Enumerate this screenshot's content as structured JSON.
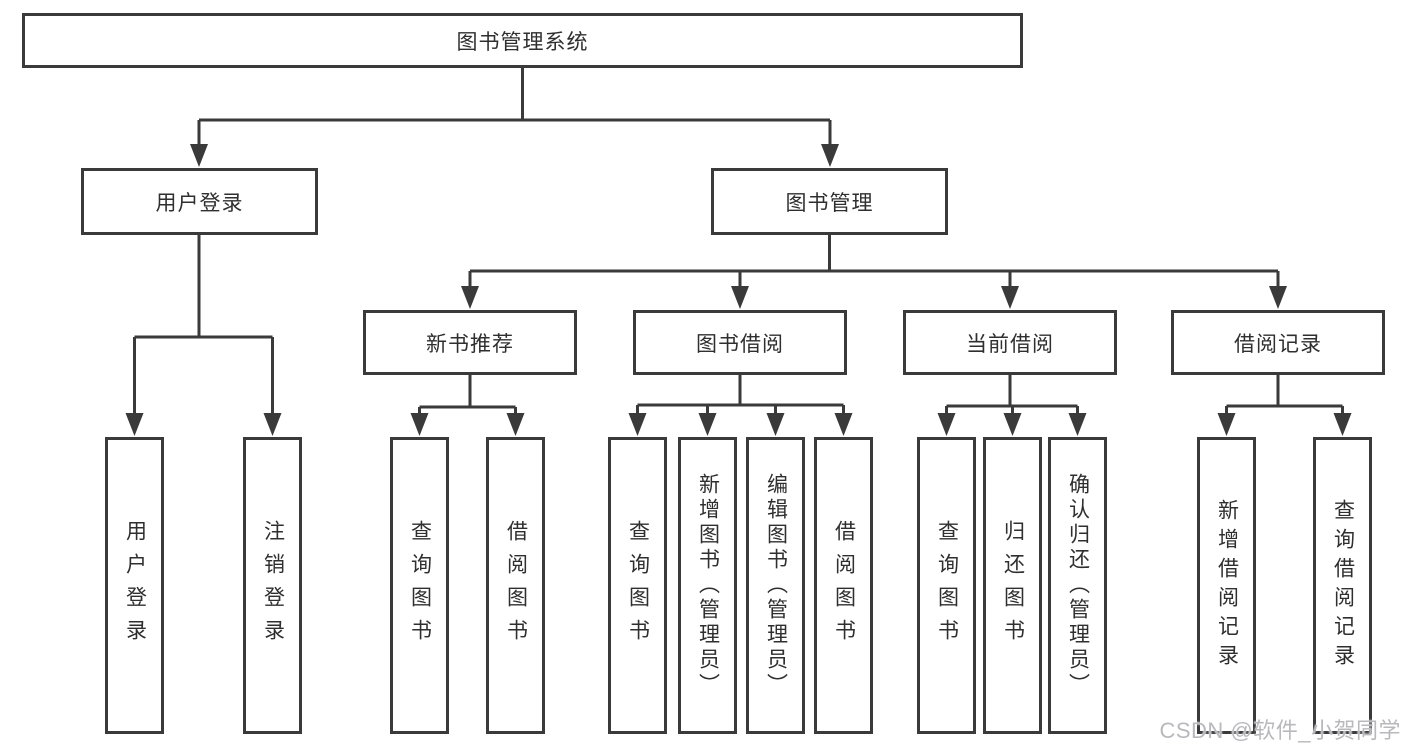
{
  "tree": {
    "root": {
      "label": "图书管理系统",
      "children": [
        {
          "label": "用户登录",
          "children": [
            {
              "label": "用户登录"
            },
            {
              "label": "注销登录"
            }
          ]
        },
        {
          "label": "图书管理",
          "children": [
            {
              "label": "新书推荐",
              "children": [
                {
                  "label": "查询图书"
                },
                {
                  "label": "借阅图书"
                }
              ]
            },
            {
              "label": "图书借阅",
              "children": [
                {
                  "label": "查询图书"
                },
                {
                  "label": "新增图书（管理员）"
                },
                {
                  "label": "编辑图书（管理员）"
                },
                {
                  "label": "借阅图书"
                }
              ]
            },
            {
              "label": "当前借阅",
              "children": [
                {
                  "label": "查询图书"
                },
                {
                  "label": "归还图书"
                },
                {
                  "label": "确认归还（管理员）"
                }
              ]
            },
            {
              "label": "借阅记录",
              "children": [
                {
                  "label": "新增借阅记录"
                },
                {
                  "label": "查询借阅记录"
                }
              ]
            }
          ]
        }
      ]
    }
  },
  "watermark": {
    "text": "CSDN @软件_小贺同学"
  },
  "colors": {
    "line": "#3a3a3a",
    "box_border": "#3a3a3a",
    "text": "#2f2f2f",
    "background": "#ffffff",
    "watermark": "#b9b9bd"
  }
}
